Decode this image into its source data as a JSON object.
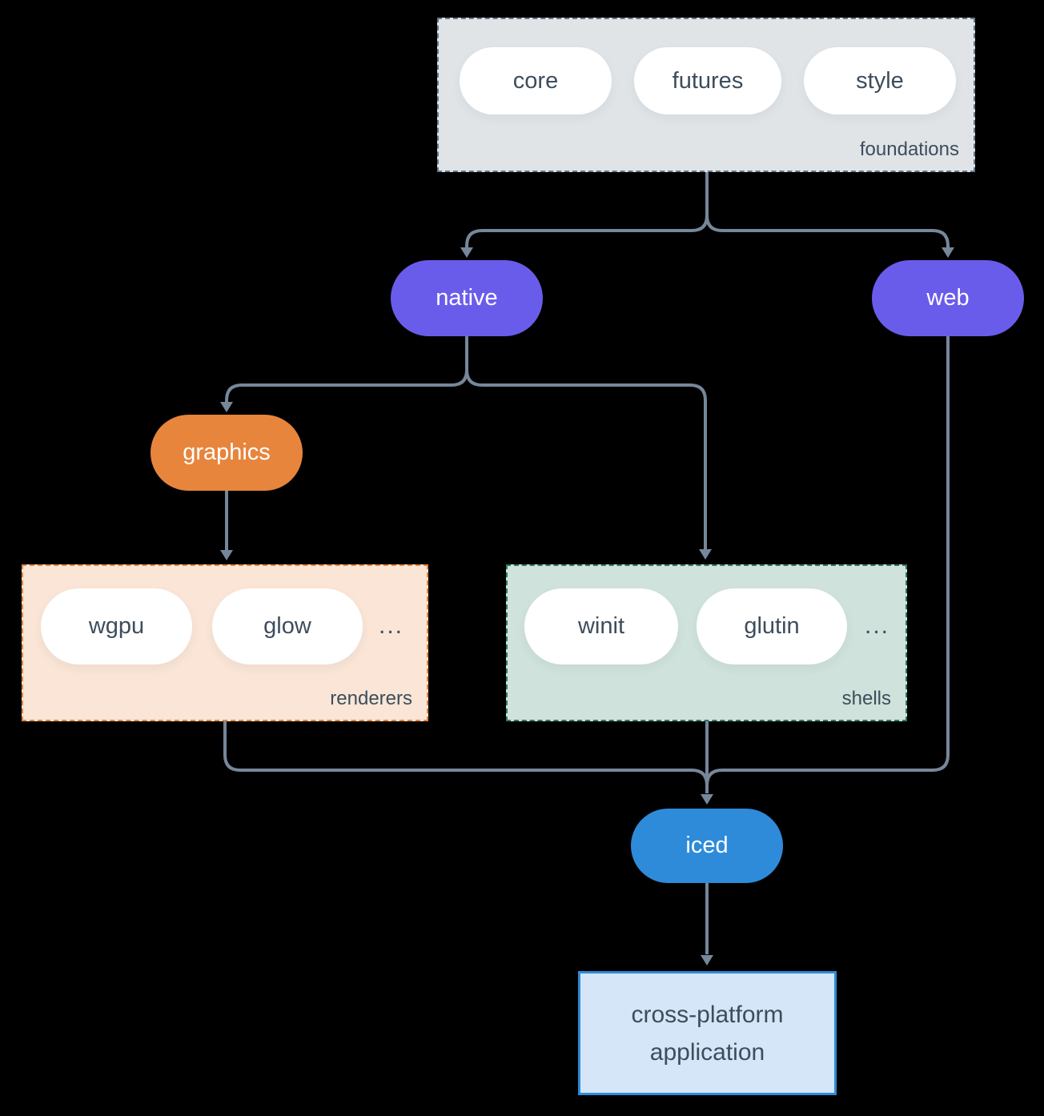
{
  "colors": {
    "background": "#000000",
    "connector": "#76879a",
    "text_dark": "#3d4d5c",
    "purple": "#6a5ceb",
    "orange": "#e7853c",
    "orange_light": "#fae5d6",
    "teal": "#2b7a68",
    "teal_light": "#cfe2db",
    "blue": "#2e8bda",
    "blue_light": "#d4e6f7",
    "gray_fill": "#e0e4e7",
    "gray_border": "#66788a",
    "pill_white": "#ffffff"
  },
  "groups": {
    "foundations": {
      "label": "foundations",
      "items": [
        "core",
        "futures",
        "style"
      ]
    },
    "renderers": {
      "label": "renderers",
      "items": [
        "wgpu",
        "glow"
      ],
      "more": "..."
    },
    "shells": {
      "label": "shells",
      "items": [
        "winit",
        "glutin"
      ],
      "more": "..."
    }
  },
  "nodes": {
    "native": "native",
    "web": "web",
    "graphics": "graphics",
    "iced": "iced",
    "application": "cross-platform application"
  }
}
